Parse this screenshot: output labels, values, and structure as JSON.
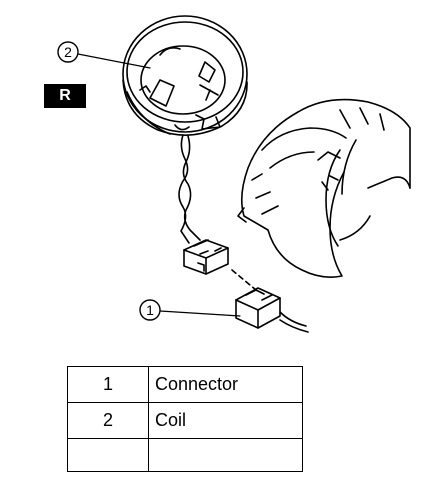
{
  "badge": {
    "label": "R"
  },
  "callouts": [
    {
      "number": "2",
      "target": "Coil"
    },
    {
      "number": "1",
      "target": "Connector"
    }
  ],
  "legend": {
    "rows": [
      {
        "number": "1",
        "label": "Connector"
      },
      {
        "number": "2",
        "label": "Coil"
      }
    ]
  }
}
